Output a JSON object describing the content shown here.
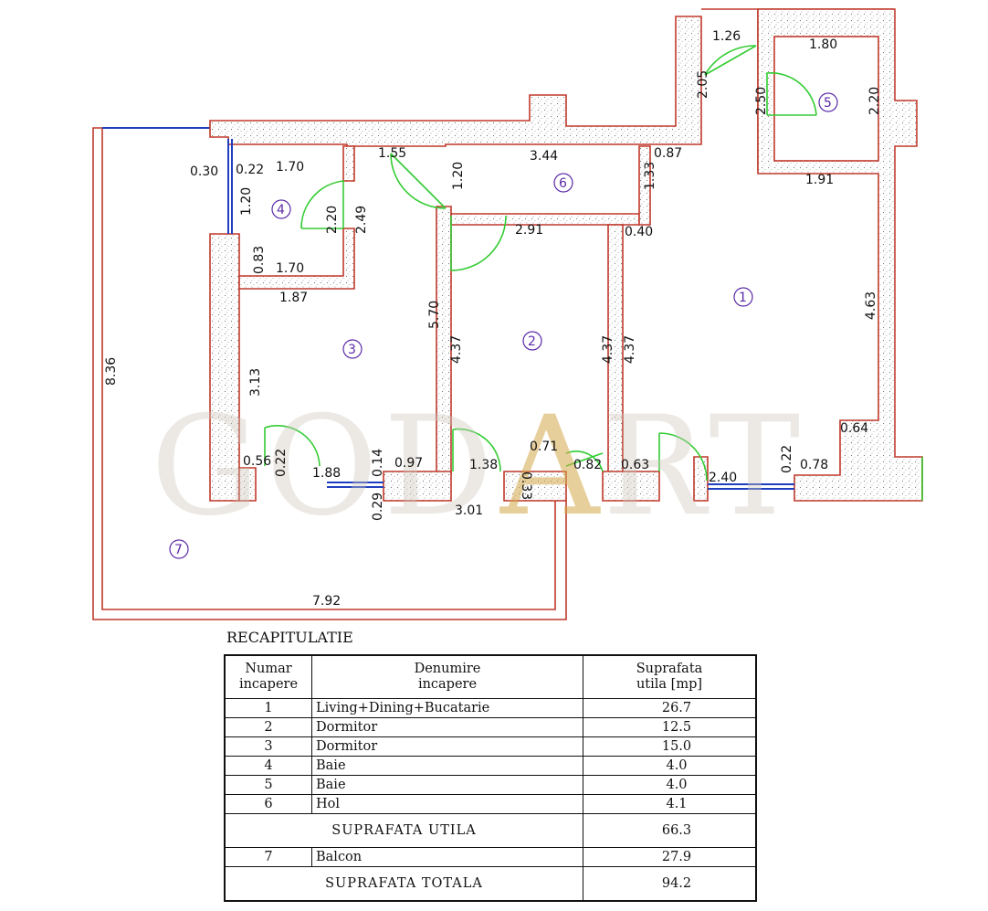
{
  "watermark": "GODART",
  "rooms": [
    {
      "nr": "1"
    },
    {
      "nr": "2"
    },
    {
      "nr": "3"
    },
    {
      "nr": "4"
    },
    {
      "nr": "5"
    },
    {
      "nr": "6"
    },
    {
      "nr": "7"
    }
  ],
  "dimensions": [
    "1.26",
    "2.05",
    "1.80",
    "2.50",
    "2.20",
    "1.91",
    "0.87",
    "3.44",
    "1.55",
    "1.20",
    "1.33",
    "0.40",
    "2.91",
    "0.30",
    "0.22",
    "1.70",
    "1.20",
    "2.20",
    "2.49",
    "0.83",
    "1.70",
    "1.87",
    "5.70",
    "4.37",
    "4.37",
    "4.37",
    "4.63",
    "3.13",
    "8.36",
    "0.56",
    "0.22",
    "1.88",
    "0.14",
    "0.97",
    "0.29",
    "1.38",
    "0.33",
    "0.71",
    "0.82",
    "0.63",
    "2.40",
    "0.22",
    "0.78",
    "0.64",
    "3.01",
    "7.92"
  ],
  "recap": {
    "title": "RECAPITULATIE",
    "headers": {
      "nr": [
        "Numar",
        "incapere"
      ],
      "name": [
        "Denumire",
        "incapere"
      ],
      "area": [
        "Suprafata",
        "utila  [mp]"
      ]
    },
    "rows": [
      {
        "nr": "1",
        "name": "Living+Dining+Bucatarie",
        "area": "26.7"
      },
      {
        "nr": "2",
        "name": "Dormitor",
        "area": "12.5"
      },
      {
        "nr": "3",
        "name": "Dormitor",
        "area": "15.0"
      },
      {
        "nr": "4",
        "name": "Baie",
        "area": "4.0"
      },
      {
        "nr": "5",
        "name": "Baie",
        "area": "4.0"
      },
      {
        "nr": "6",
        "name": "Hol",
        "area": "4.1"
      }
    ],
    "subtotal": {
      "label": "SUPRAFATA  UTILA",
      "value": "66.3"
    },
    "balcony": {
      "nr": "7",
      "name": "Balcon",
      "area": "27.9"
    },
    "total": {
      "label": "SUPRAFATA  TOTALA",
      "value": "94.2"
    }
  }
}
